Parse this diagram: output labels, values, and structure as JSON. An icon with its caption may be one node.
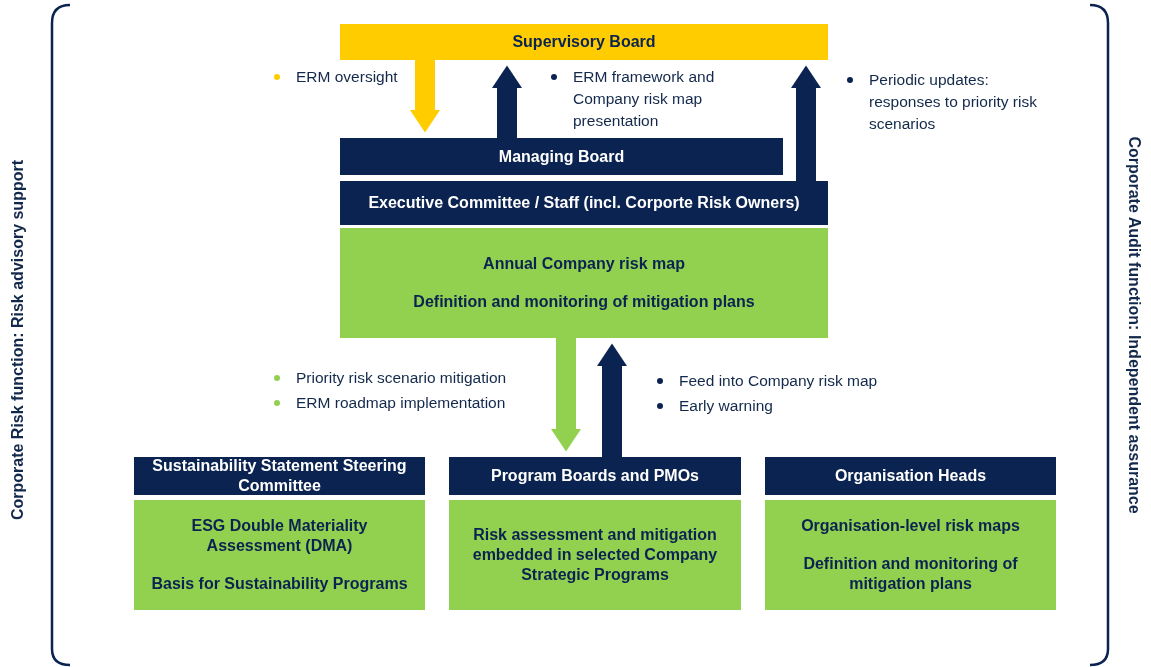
{
  "diagram": {
    "nodes": [
      {
        "text": [
          "Supervisory Board"
        ]
      },
      {
        "text": [
          "Managing Board"
        ]
      },
      {
        "text": [
          "Executive Committee / Staff (incl. Corporte Risk Owners)"
        ]
      },
      {
        "text": [
          "Annual Company risk map",
          "Definition and monitoring of mitigation plans"
        ]
      },
      {
        "text": [
          "Sustainability Statement Steering Committee"
        ]
      },
      {
        "text": [
          "ESG Double Materiality Assessment (DMA)",
          "Basis for Sustainability Programs"
        ]
      },
      {
        "text": [
          "Program Boards and PMOs"
        ]
      },
      {
        "text": [
          "Risk assessment and mitigation embedded in selected Company Strategic Programs"
        ]
      },
      {
        "text": [
          "Organisation Heads"
        ]
      },
      {
        "text": [
          "Organisation-level risk maps",
          "Definition and monitoring of mitigation plans"
        ]
      }
    ],
    "edges": [
      {
        "from": 0,
        "to": 1,
        "arrow": "to",
        "color": "#ffcc00"
      },
      {
        "from": 1,
        "to": 0,
        "arrow": "to"
      },
      {
        "from": 2,
        "to": 0,
        "arrow": "to"
      },
      {
        "from": 3,
        "to": 6,
        "arrow": "to",
        "color": "#92d050"
      },
      {
        "from": 6,
        "to": 3,
        "arrow": "to"
      }
    ],
    "labels": [
      "Corporate Risk function: Risk advisory support",
      "Corporate Audit function: Independent assurance",
      "ERM oversight",
      "ERM framework and Company risk map presentation",
      "Periodic updates: responses to priority risk scenarios",
      "Priority risk scenario mitigation",
      "ERM roadmap implementation",
      "Feed into Company risk map",
      "Early warning"
    ]
  }
}
